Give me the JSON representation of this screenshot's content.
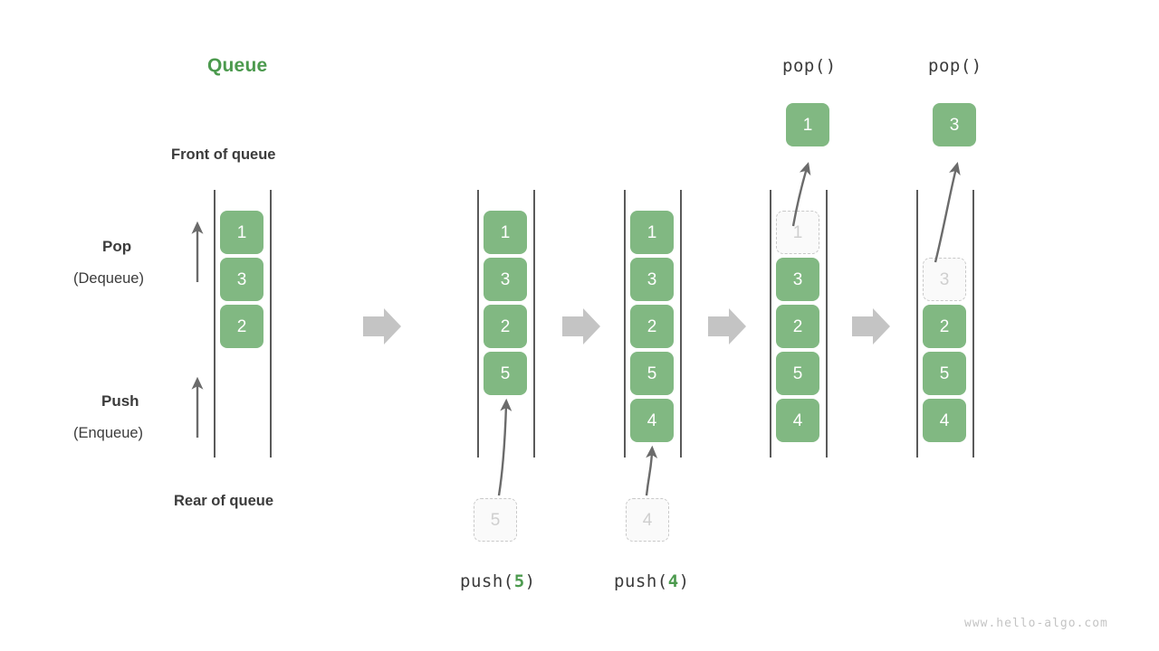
{
  "diagram": {
    "title": "Queue",
    "labels": {
      "front_of_queue": "Front of queue",
      "rear_of_queue": "Rear of queue",
      "pop_bold": "Pop",
      "pop_paren": "(Dequeue)",
      "push_bold": "Push",
      "push_paren": "(Enqueue)"
    },
    "watermark": "www.hello-algo.com",
    "colors": {
      "element_green": "#81b882",
      "title_green": "#4c9a4e",
      "ghost_fill": "#fafafa",
      "ghost_border": "#c9c9c9",
      "ghost_text": "#cfcfcf",
      "text_dark": "#3b3b3b",
      "wall": "#5a5a5a",
      "flow_arrow": "#c4c4c4",
      "thin_arrow": "#6b6b6b",
      "watermark": "#c4c4c4"
    },
    "columns": [
      {
        "id": "initial",
        "op_label": "",
        "op_arg": "",
        "elements": [
          "1",
          "3",
          "2"
        ],
        "ghost_index": -1,
        "incoming_ghost": "",
        "popped": ""
      },
      {
        "id": "after-push-5",
        "op_label": "push(",
        "op_arg": "5",
        "op_close": ")",
        "elements": [
          "1",
          "3",
          "2",
          "5"
        ],
        "ghost_index": -1,
        "incoming_ghost": "5",
        "popped": ""
      },
      {
        "id": "after-push-4",
        "op_label": "push(",
        "op_arg": "4",
        "op_close": ")",
        "elements": [
          "1",
          "3",
          "2",
          "5",
          "4"
        ],
        "ghost_index": -1,
        "incoming_ghost": "4",
        "popped": ""
      },
      {
        "id": "after-pop-1",
        "op_label": "pop()",
        "op_arg": "",
        "elements": [
          "1",
          "3",
          "2",
          "5",
          "4"
        ],
        "ghost_index": 0,
        "incoming_ghost": "",
        "popped": "1"
      },
      {
        "id": "after-pop-3",
        "op_label": "pop()",
        "op_arg": "",
        "elements": [
          "3",
          "2",
          "5",
          "4"
        ],
        "ghost_index": 0,
        "incoming_ghost": "",
        "popped": "3"
      }
    ],
    "flow_arrows": 4
  }
}
